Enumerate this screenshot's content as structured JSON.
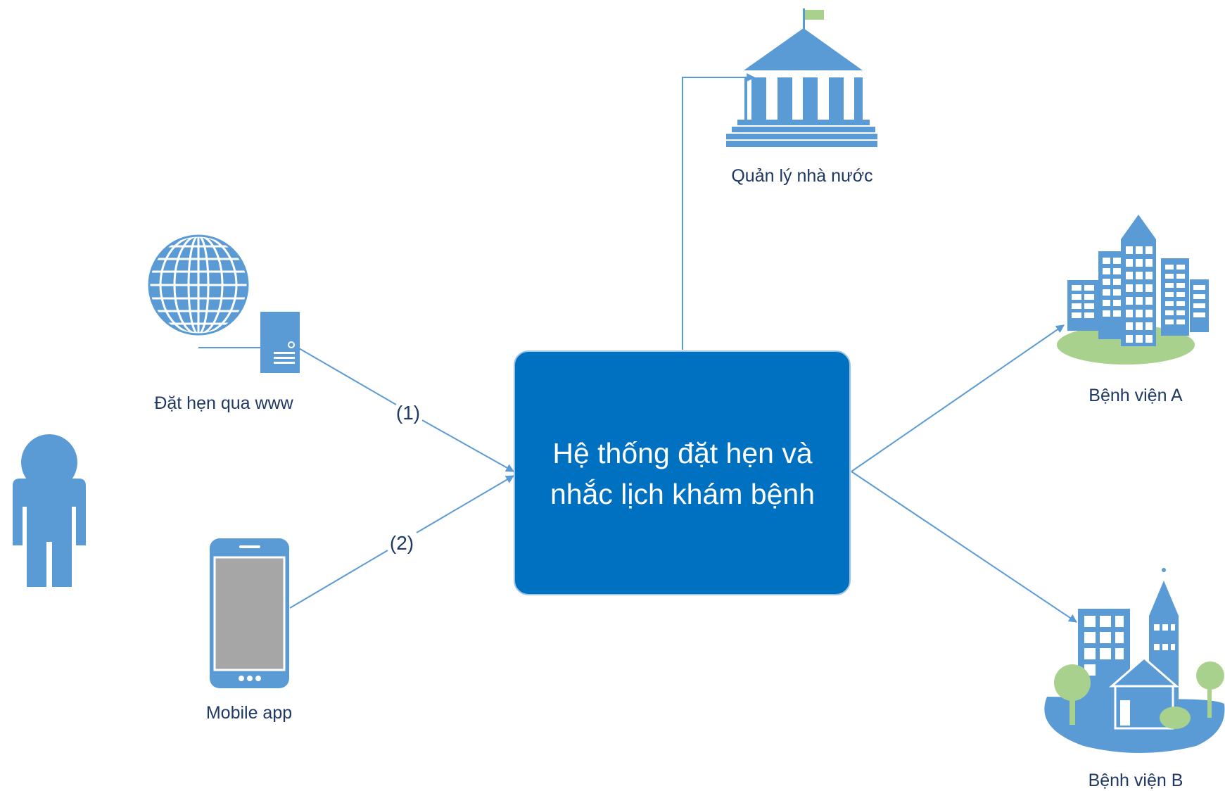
{
  "colors": {
    "icon_blue": "#5b9bd5",
    "box_fill": "#0070c0",
    "box_stroke": "#9dc3e6",
    "line_blue": "#5b9bd5",
    "text_dark": "#1f3864",
    "grass_green": "#a9d18e",
    "flag_green": "#a9d18e",
    "screen_gray": "#a6a6a6"
  },
  "center_box": {
    "line1": "Hệ thống đặt hẹn và",
    "line2": "nhắc lịch khám bệnh"
  },
  "nodes": {
    "user": {
      "icon": "person-icon"
    },
    "web": {
      "label": "Đặt hẹn qua www",
      "icons": [
        "globe-icon",
        "server-icon"
      ]
    },
    "mobile": {
      "label": "Mobile app",
      "icon": "smartphone-icon"
    },
    "government": {
      "label": "Quản lý nhà nước",
      "icon": "government-building-icon"
    },
    "hospital_a": {
      "label": "Bệnh viện A",
      "icon": "city-buildings-icon"
    },
    "hospital_b": {
      "label": "Bệnh viện B",
      "icon": "town-buildings-icon"
    }
  },
  "edges": {
    "web_to_system": {
      "label": "(1)"
    },
    "mobile_to_system": {
      "label": "(2)"
    }
  }
}
